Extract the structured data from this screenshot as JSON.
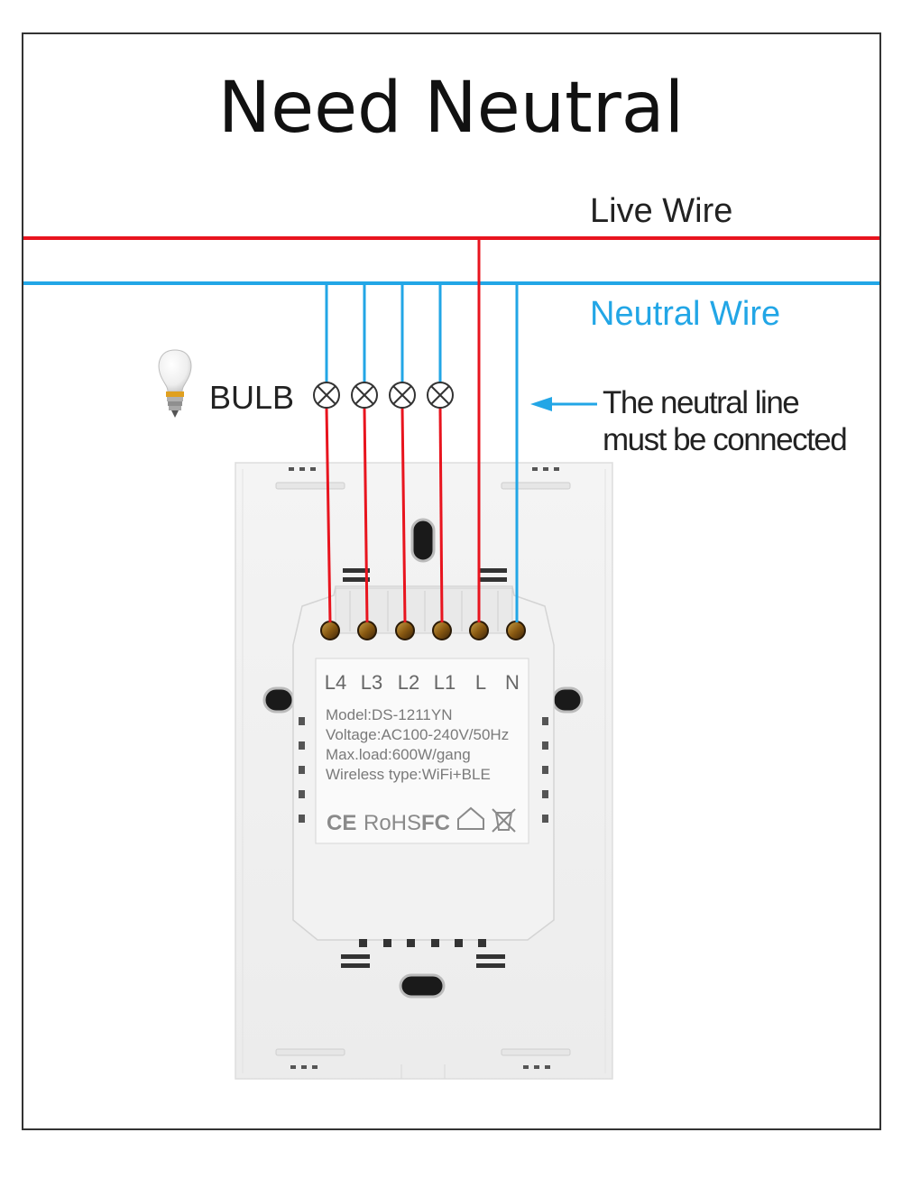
{
  "title": "Need Neutral",
  "wires": {
    "live_label": "Live Wire",
    "neutral_label": "Neutral Wire",
    "live_color": "#e8141e",
    "neutral_color": "#22a6e6"
  },
  "bulb": {
    "label": "BULB",
    "icon": "light-bulb-icon",
    "count": 4
  },
  "note": {
    "line1": "The neutral line",
    "line2": "must be connected",
    "icon": "arrow-left-icon"
  },
  "switch": {
    "terminals": [
      "L4",
      "L3",
      "L2",
      "L1",
      "L",
      "N"
    ],
    "model": "Model:DS-1211YN",
    "voltage": "Voltage:AC100-240V/50Hz",
    "max_load": "Max.load:600W/gang",
    "wireless": "Wireless type:WiFi+BLE",
    "certifications": {
      "ce": "CE",
      "rohs": "RoHS",
      "fc": "FC"
    },
    "cert_icons": [
      "ce-mark-icon",
      "rohs-mark-icon",
      "fc-mark-icon",
      "house-icon",
      "weee-bin-icon"
    ]
  }
}
